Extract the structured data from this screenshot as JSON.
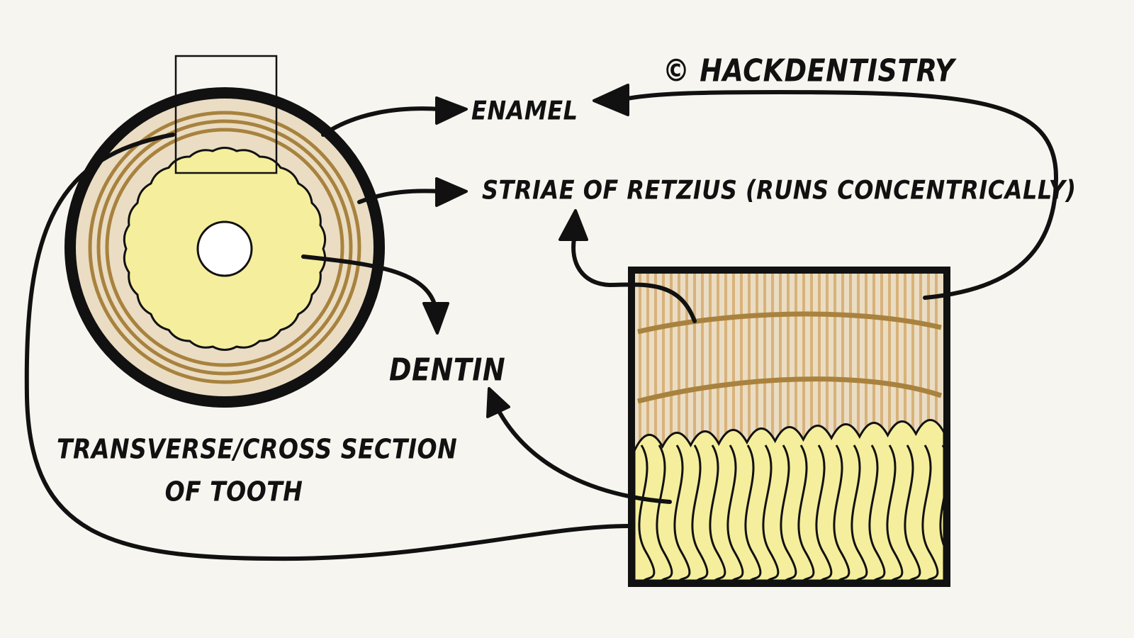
{
  "labels": {
    "copyright": "© HACKDENTISTRY",
    "enamel": "ENAMEL",
    "striae": "STRIAE OF RETZIUS (RUNS CONCENTRICALLY)",
    "dentin": "DENTIN"
  },
  "caption": {
    "line1": "TRANSVERSE/CROSS SECTION",
    "line2": "OF TOOTH"
  },
  "colors": {
    "background": "#f6f5f0",
    "enamel": "#eaddc4",
    "dentin": "#f5ee9c",
    "striae": "#a8823e",
    "outline": "#111111",
    "pulp": "#ffffff"
  }
}
